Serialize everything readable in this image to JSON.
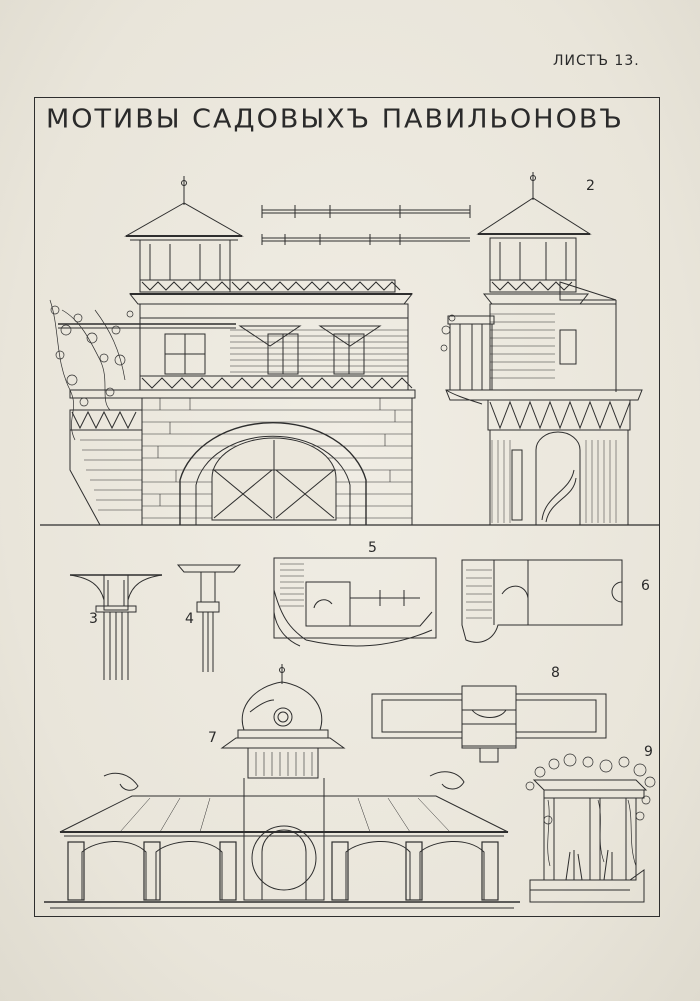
{
  "sheet": {
    "label": "ЛИСТЪ 13.",
    "title": "МОТИВЫ САДОВЫХЪ ПАВИЛЬОНОВЪ"
  },
  "figure_numbers": {
    "n2": "2",
    "n3": "3",
    "n4": "4",
    "n5": "5",
    "n6": "6",
    "n7": "7",
    "n8": "8",
    "n9": "9"
  },
  "ink_color": "#2e2e2e",
  "paper_color": "#ebe7dc"
}
